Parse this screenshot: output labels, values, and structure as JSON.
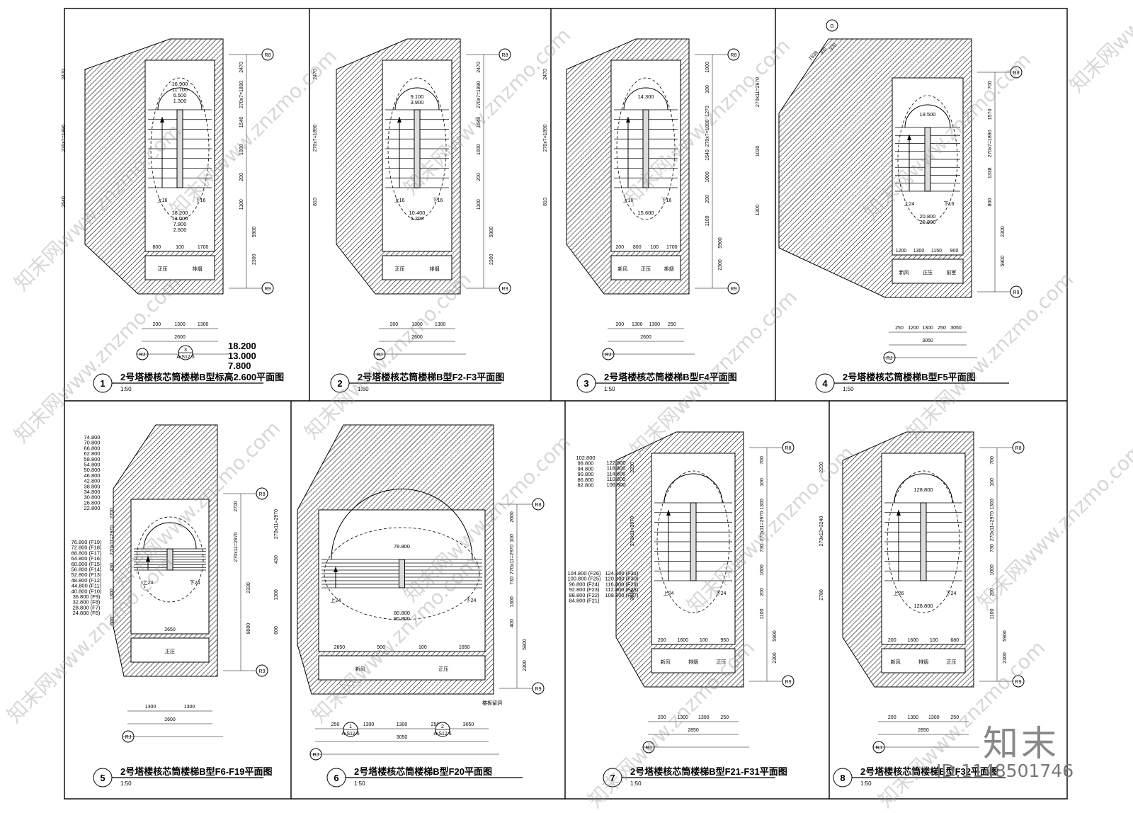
{
  "watermark": {
    "text": "知末网www.znzmo.com"
  },
  "brand": {
    "logo": "知末",
    "id_label": "ID:1148501746"
  },
  "drawings": [
    {
      "number": "1",
      "title": "2号塔楼核芯筒楼梯B型标高2.600平面图",
      "scale": "1:50",
      "axes": [
        "R8",
        "R9",
        "RJ"
      ],
      "levels_top": [
        "16.900",
        "11.700",
        "6.500",
        "1.300"
      ],
      "levels_bottom": [
        "18.200",
        "13.000",
        "7.800",
        "2.600"
      ],
      "stair_labels": [
        "上16",
        "下16"
      ],
      "rooms": [
        "正压",
        "排烟"
      ],
      "dims_bottom": [
        "200",
        "1300",
        "1300",
        "2600"
      ],
      "dims_right": [
        "2470",
        "270x7=1890",
        "1540",
        "1000",
        "200",
        "1100",
        "5900",
        "2300"
      ],
      "dims_left": [
        "2470",
        "270x7=1890",
        "2540"
      ],
      "dims_inner": [
        "800",
        "100",
        "1700"
      ],
      "section_ref": {
        "number": "3",
        "sheet": "A-S12.5"
      },
      "section_levels": [
        "18.200",
        "13.000",
        "7.800"
      ]
    },
    {
      "number": "2",
      "title": "2号塔楼核芯筒楼梯B型F2-F3平面图",
      "scale": "1:50",
      "axes": [
        "R8",
        "R9",
        "RJ"
      ],
      "levels_top": [
        "9.100",
        "3.900"
      ],
      "levels_bottom": [
        "10.400",
        "5.200"
      ],
      "stair_labels": [
        "上16",
        "下16"
      ],
      "rooms": [
        "正压",
        "排烟"
      ],
      "dims_bottom": [
        "200",
        "1300",
        "1300",
        "2600"
      ],
      "dims_right": [
        "2470",
        "270x7=1890",
        "1540",
        "1000",
        "200",
        "1100",
        "5900",
        "2300"
      ],
      "dims_left": [
        "2470",
        "270x7=1890",
        "810"
      ]
    },
    {
      "number": "3",
      "title": "2号塔楼核芯筒楼梯B型F4平面图",
      "scale": "1:50",
      "axes": [
        "R8",
        "R9",
        "RJ"
      ],
      "levels_top": [
        "14.300"
      ],
      "levels_bottom": [
        "15.600"
      ],
      "stair_labels": [
        "上16",
        "下16"
      ],
      "rooms": [
        "新风",
        "正压",
        "排烟"
      ],
      "dims_bottom": [
        "200",
        "1300",
        "1300",
        "250",
        "2600"
      ],
      "dims_right": [
        "1000",
        "100",
        "1270",
        "270x7=1890",
        "1540",
        "1000",
        "200",
        "1100",
        "5900",
        "2300"
      ],
      "dims_left": [
        "2470",
        "270x7=1890",
        "810"
      ],
      "dims_inner": [
        "200",
        "800",
        "100",
        "1700"
      ]
    },
    {
      "number": "4",
      "title": "2号塔楼核芯筒楼梯B型F5平面图",
      "scale": "1:50",
      "axes": [
        "R8",
        "R9",
        "RJ",
        "G"
      ],
      "levels_top": [
        "19.500"
      ],
      "levels_bottom": [
        "20.800",
        "20.800"
      ],
      "stair_labels": [
        "上24",
        "下16"
      ],
      "rooms": [
        "新风",
        "正压",
        "前室"
      ],
      "dims_bottom": [
        "250",
        "1200",
        "1300",
        "250",
        "3050",
        "3050"
      ],
      "dims_right": [
        "700",
        "1570",
        "270x7=1890",
        "1338",
        "800",
        "2300",
        "5900"
      ],
      "dims_left": [
        "270x11=2970",
        "1030",
        "1300"
      ],
      "dims_inner": [
        "1200",
        "1300",
        "1150",
        "900"
      ],
      "dims_top": [
        "1538",
        "300",
        "370"
      ]
    },
    {
      "number": "5",
      "title": "2号塔楼核芯筒楼梯B型F6-F19平面图",
      "scale": "1:50",
      "axes": [
        "R8",
        "R9",
        "RJ"
      ],
      "levels_top": [
        "74.800",
        "70.800",
        "66.800",
        "62.800",
        "58.800",
        "54.800",
        "50.800",
        "46.800",
        "42.800",
        "38.800",
        "34.800",
        "30.800",
        "26.800",
        "22.800"
      ],
      "levels_bottom": [
        "76.800 (F19)",
        "72.800 (F18)",
        "68.800 (F17)",
        "64.800 (F16)",
        "60.800 (F15)",
        "56.800 (F14)",
        "52.800 (F13)",
        "48.800 (F12)",
        "44.800 (F11)",
        "40.800 (F10)",
        "36.800 (F9)",
        "32.800 (F8)",
        "28.800 (F7)",
        "24.800 (F6)"
      ],
      "stair_labels": [
        "上24",
        "下24"
      ],
      "rooms": [
        "正压"
      ],
      "dims_bottom": [
        "1300",
        "1300",
        "2600"
      ],
      "dims_right": [
        "2700",
        "270x11=2970",
        "2330",
        "8000"
      ],
      "dims_left": [
        "2700",
        "270x11=2970",
        "430",
        "1300",
        "600"
      ],
      "dims_inner": [
        "2650"
      ]
    },
    {
      "number": "6",
      "title": "2号塔楼核芯筒楼梯B型F20平面图",
      "scale": "1:50",
      "axes": [
        "R8",
        "R9",
        "RJ"
      ],
      "levels_top": [
        "78.800"
      ],
      "levels_bottom": [
        "80.800",
        "80.800"
      ],
      "stair_labels": [
        "上24",
        "下24"
      ],
      "rooms": [
        "新风",
        "正压"
      ],
      "dims_bottom": [
        "250",
        "1300",
        "1300",
        "250",
        "3050",
        "3050"
      ],
      "dims_right": [
        "2000",
        "100",
        "270x11=2970",
        "730",
        "1300",
        "400",
        "5900",
        "2300"
      ],
      "dims_left": [
        "270x11=2970",
        "430",
        "1300",
        "600"
      ],
      "dims_inner": [
        "2650",
        "900",
        "100",
        "1650"
      ],
      "note": "楼板留洞",
      "section_refs": [
        {
          "number": "1",
          "sheet": "A-S12.6"
        },
        {
          "number": "2",
          "sheet": "A-S12.6"
        }
      ]
    },
    {
      "number": "7",
      "title": "2号塔楼核芯筒楼梯B型F21-F31平面图",
      "scale": "1:50",
      "axes": [
        "R8",
        "R9",
        "RJ"
      ],
      "levels_top_left": [
        "102.800",
        "98.800",
        "94.800",
        "90.800",
        "86.800",
        "82.800"
      ],
      "levels_top_right": [
        "122.800",
        "118.800",
        "114.800",
        "110.800",
        "106.800"
      ],
      "levels_bottom_left": [
        "104.800 (F26)",
        "100.800 (F25)",
        "96.800 (F24)",
        "92.800 (F23)",
        "88.800 (F22)",
        "84.800 (F21)"
      ],
      "levels_bottom_right": [
        "124.800 (F31)",
        "120.800 (F30)",
        "116.800 (F29)",
        "112.800 (F28)",
        "108.800 (F27)"
      ],
      "stair_labels": [
        "上24",
        "下24"
      ],
      "rooms": [
        "新风",
        "排烟",
        "正压"
      ],
      "dims_bottom": [
        "200",
        "1300",
        "1300",
        "250",
        "2850"
      ],
      "dims_right": [
        "700",
        "100",
        "1300",
        "270x11=2970",
        "730",
        "1000",
        "200",
        "1100",
        "5900",
        "2300"
      ],
      "dims_left": [
        "2200",
        "270x11=2970",
        "3030"
      ],
      "dims_inner": [
        "200",
        "1600",
        "100",
        "950"
      ]
    },
    {
      "number": "8",
      "title": "2号塔楼核芯筒楼梯B型F32平面图",
      "scale": "1:50",
      "axes": [
        "R8",
        "R9",
        "RJ"
      ],
      "levels_top": [
        "128.800"
      ],
      "levels_bottom": [
        "128.800"
      ],
      "stair_labels": [
        "上26",
        "下24"
      ],
      "rooms": [
        "新风",
        "排烟",
        "正压"
      ],
      "dims_bottom": [
        "200",
        "1300",
        "1300",
        "250",
        "2850"
      ],
      "dims_right": [
        "700",
        "100",
        "1300",
        "270x11=2970",
        "730",
        "1000",
        "200",
        "1100",
        "5900",
        "2300"
      ],
      "dims_left": [
        "2200",
        "270x12=3240",
        "2780"
      ],
      "dims_inner": [
        "200",
        "1600",
        "100",
        "680"
      ]
    }
  ]
}
